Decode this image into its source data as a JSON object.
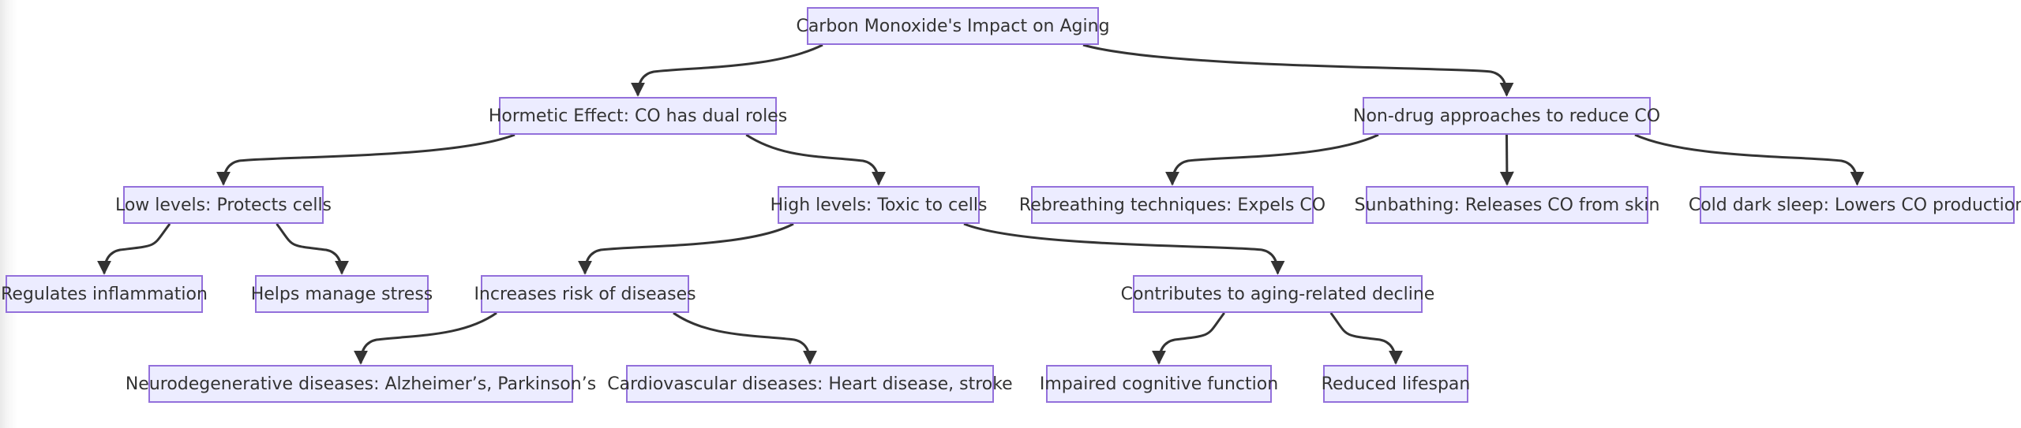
{
  "nodes": [
    {
      "id": "root",
      "label": "Carbon Monoxide's Impact on Aging"
    },
    {
      "id": "hormetic",
      "label": "Hormetic Effect: CO has dual roles"
    },
    {
      "id": "nondrug",
      "label": "Non-drug approaches to reduce CO"
    },
    {
      "id": "low",
      "label": "Low levels: Protects cells"
    },
    {
      "id": "high",
      "label": "High levels: Toxic to cells"
    },
    {
      "id": "rebreathing",
      "label": "Rebreathing techniques: Expels CO"
    },
    {
      "id": "sunbathing",
      "label": "Sunbathing: Releases CO from skin"
    },
    {
      "id": "colddark",
      "label": "Cold dark sleep: Lowers CO production"
    },
    {
      "id": "inflammation",
      "label": "Regulates inflammation"
    },
    {
      "id": "stress",
      "label": "Helps manage stress"
    },
    {
      "id": "risk",
      "label": "Increases risk of diseases"
    },
    {
      "id": "decline",
      "label": "Contributes to aging-related decline"
    },
    {
      "id": "neuro",
      "label": "Neurodegenerative diseases: Alzheimer’s, Parkinson’s"
    },
    {
      "id": "cardio",
      "label": "Cardiovascular diseases: Heart disease, stroke"
    },
    {
      "id": "cognitive",
      "label": "Impaired cognitive function"
    },
    {
      "id": "lifespan",
      "label": "Reduced lifespan"
    }
  ],
  "edges": [
    {
      "from": "root",
      "to": "hormetic"
    },
    {
      "from": "root",
      "to": "nondrug"
    },
    {
      "from": "hormetic",
      "to": "low"
    },
    {
      "from": "hormetic",
      "to": "high"
    },
    {
      "from": "nondrug",
      "to": "rebreathing"
    },
    {
      "from": "nondrug",
      "to": "sunbathing"
    },
    {
      "from": "nondrug",
      "to": "colddark"
    },
    {
      "from": "low",
      "to": "inflammation"
    },
    {
      "from": "low",
      "to": "stress"
    },
    {
      "from": "high",
      "to": "risk"
    },
    {
      "from": "high",
      "to": "decline"
    },
    {
      "from": "risk",
      "to": "neuro"
    },
    {
      "from": "risk",
      "to": "cardio"
    },
    {
      "from": "decline",
      "to": "cognitive"
    },
    {
      "from": "decline",
      "to": "lifespan"
    }
  ]
}
